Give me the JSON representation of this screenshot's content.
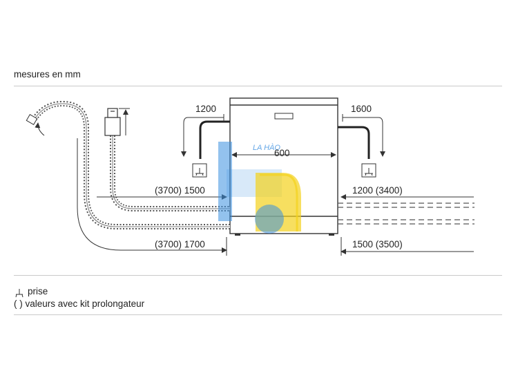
{
  "units_label": "mesures en mm",
  "dimensions": {
    "width": "600",
    "left_top": "1200",
    "right_top": "1600",
    "left_mid": "(3700) 1500",
    "right_mid": "1200 (3400)",
    "left_bottom": "(3700) 1700",
    "right_bottom": "1500 (3500)"
  },
  "legend": {
    "socket_label": "prise",
    "ext_label": "( ) valeurs avec kit prolongateur"
  },
  "watermark": {
    "text": "LA HÀO",
    "color_blue": "#3b8fe0",
    "color_yellow": "#f4d21c"
  },
  "colors": {
    "line": "#333333",
    "hose": "#555555",
    "divider": "#c9c9c9"
  }
}
